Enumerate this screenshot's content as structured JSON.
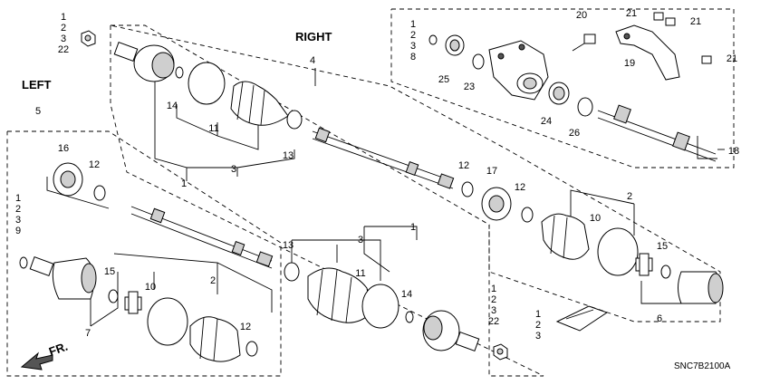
{
  "titles": {
    "right": "RIGHT",
    "left": "LEFT",
    "front": "FR.",
    "code": "SNC7B2100A"
  },
  "callouts": [
    {
      "id": "c-1-2-3-22-top",
      "lines": [
        "1",
        "2",
        "3",
        "22"
      ]
    },
    {
      "id": "c-4",
      "lines": [
        "4"
      ]
    },
    {
      "id": "c-5",
      "lines": [
        "5"
      ]
    },
    {
      "id": "c-14-upper",
      "lines": [
        "14"
      ]
    },
    {
      "id": "c-11-upper",
      "lines": [
        "11"
      ]
    },
    {
      "id": "c-3-upper",
      "lines": [
        "3"
      ]
    },
    {
      "id": "c-1-upper",
      "lines": [
        "1"
      ]
    },
    {
      "id": "c-13-upper",
      "lines": [
        "13"
      ]
    },
    {
      "id": "c-16",
      "lines": [
        "16"
      ]
    },
    {
      "id": "c-12-left-top",
      "lines": [
        "12"
      ]
    },
    {
      "id": "c-1-2-3-9",
      "lines": [
        "1",
        "2",
        "3",
        "9"
      ]
    },
    {
      "id": "c-15-left",
      "lines": [
        "15"
      ]
    },
    {
      "id": "c-10-left",
      "lines": [
        "10"
      ]
    },
    {
      "id": "c-2-left",
      "lines": [
        "2"
      ]
    },
    {
      "id": "c-7",
      "lines": [
        "7"
      ]
    },
    {
      "id": "c-12-left-bottom",
      "lines": [
        "12"
      ]
    },
    {
      "id": "c-13-lower",
      "lines": [
        "13"
      ]
    },
    {
      "id": "c-3-lower",
      "lines": [
        "3"
      ]
    },
    {
      "id": "c-1-lower",
      "lines": [
        "1"
      ]
    },
    {
      "id": "c-11-lower",
      "lines": [
        "11"
      ]
    },
    {
      "id": "c-14-lower",
      "lines": [
        "14"
      ]
    },
    {
      "id": "c-1-2-3-22-bottom",
      "lines": [
        "1",
        "2",
        "3",
        "22"
      ]
    },
    {
      "id": "c-1-2-3-bottom",
      "lines": [
        "1",
        "2",
        "3"
      ]
    },
    {
      "id": "c-12-right-a",
      "lines": [
        "12"
      ]
    },
    {
      "id": "c-17",
      "lines": [
        "17"
      ]
    },
    {
      "id": "c-12-right-b",
      "lines": [
        "12"
      ]
    },
    {
      "id": "c-2-right",
      "lines": [
        "2"
      ]
    },
    {
      "id": "c-10-right",
      "lines": [
        "10"
      ]
    },
    {
      "id": "c-15-right",
      "lines": [
        "15"
      ]
    },
    {
      "id": "c-6",
      "lines": [
        "6"
      ]
    },
    {
      "id": "c-18",
      "lines": [
        "18"
      ]
    },
    {
      "id": "c-1-2-3-8",
      "lines": [
        "1",
        "2",
        "3",
        "8"
      ]
    },
    {
      "id": "c-25",
      "lines": [
        "25"
      ]
    },
    {
      "id": "c-23",
      "lines": [
        "23"
      ]
    },
    {
      "id": "c-20",
      "lines": [
        "20"
      ]
    },
    {
      "id": "c-21-a",
      "lines": [
        "21"
      ]
    },
    {
      "id": "c-21-b",
      "lines": [
        "21"
      ]
    },
    {
      "id": "c-19",
      "lines": [
        "19"
      ]
    },
    {
      "id": "c-21-c",
      "lines": [
        "21"
      ]
    },
    {
      "id": "c-24",
      "lines": [
        "24"
      ]
    },
    {
      "id": "c-26",
      "lines": [
        "26"
      ]
    }
  ]
}
